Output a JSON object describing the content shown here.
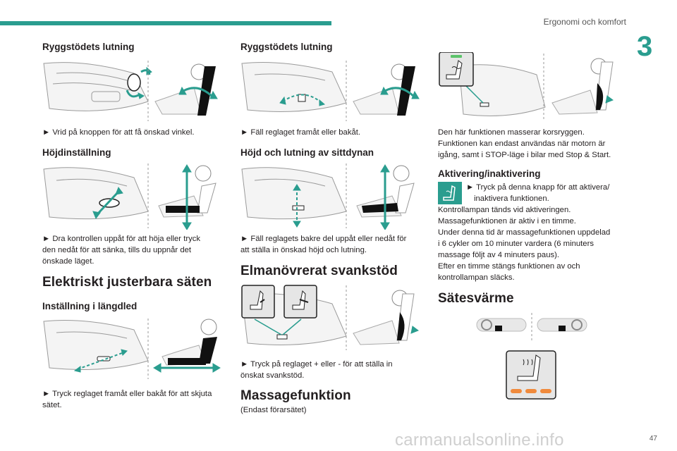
{
  "header": {
    "chapter_title": "Ergonomi och komfort",
    "chapter_number": "3"
  },
  "col1": {
    "s1_title": "Ryggstödets lutning",
    "s1_text": "► Vrid på knoppen för att få önskad vinkel.",
    "s2_title": "Höjdinställning",
    "s2_text_1": "► Dra kontrollen uppåt för att höja eller tryck",
    "s2_text_2": "den nedåt för att sänka, tills du uppnår det",
    "s2_text_3": "önskade läget.",
    "s3_title": "Elektriskt justerbara säten",
    "s4_title": "Inställning i längdled",
    "s4_text_1": "► Tryck reglaget framåt eller bakåt för att skjuta",
    "s4_text_2": "sätet."
  },
  "col2": {
    "s1_title": "Ryggstödets lutning",
    "s1_text": "► Fäll reglaget framåt eller bakåt.",
    "s2_title": "Höjd och lutning av sittdynan",
    "s2_text_1": "► Fäll reglagets bakre del uppåt eller nedåt för",
    "s2_text_2": "att ställa in önskad höjd och lutning.",
    "s3_title": "Elmanövrerat svankstöd",
    "s3_text_1": "► Tryck på reglaget + eller - för att ställa in",
    "s3_text_2": "önskat svankstöd.",
    "s4_title": "Massagefunktion",
    "s4_text": "(Endast förarsätet)"
  },
  "col3": {
    "intro_1": "Den här funktionen masserar korsryggen.",
    "intro_2": "Funktionen kan endast användas när motorn är",
    "intro_3": "igång, samt i STOP-läge i bilar med Stop & Start.",
    "s1_title": "Aktivering/inaktivering",
    "s1_step_1": "► Tryck på denna knapp för att aktivera/",
    "s1_step_2": "inaktivera funktionen.",
    "s1_line_1": "Kontrollampan tänds vid aktiveringen.",
    "s1_line_2": "Massagefunktionen är aktiv i en timme.",
    "s1_line_3": "Under denna tid är massagefunktionen uppdelad",
    "s1_line_4": "i 6 cykler om 10 minuter vardera (6 minuters",
    "s1_line_5": "massage följt av 4 minuters paus).",
    "s1_line_6": "Efter en timme stängs funktionen av och",
    "s1_line_7": "kontrollampan släcks.",
    "s2_title": "Sätesvärme"
  },
  "footer": {
    "page_number": "47",
    "watermark": "carmanualsonline.info"
  },
  "colors": {
    "accent": "#2a9d8f",
    "heater_led": "#f08a3c",
    "massage_led": "#5cc36a"
  },
  "icons": [
    "seat-recline-knob-icon",
    "person-recline-icon",
    "seat-height-lever-icon",
    "person-height-icon",
    "seat-slide-switch-icon",
    "person-slide-icon",
    "lumbar-plus-icon",
    "lumbar-minus-icon",
    "massage-icon",
    "seat-heater-icon",
    "steering-wheel-icon"
  ]
}
